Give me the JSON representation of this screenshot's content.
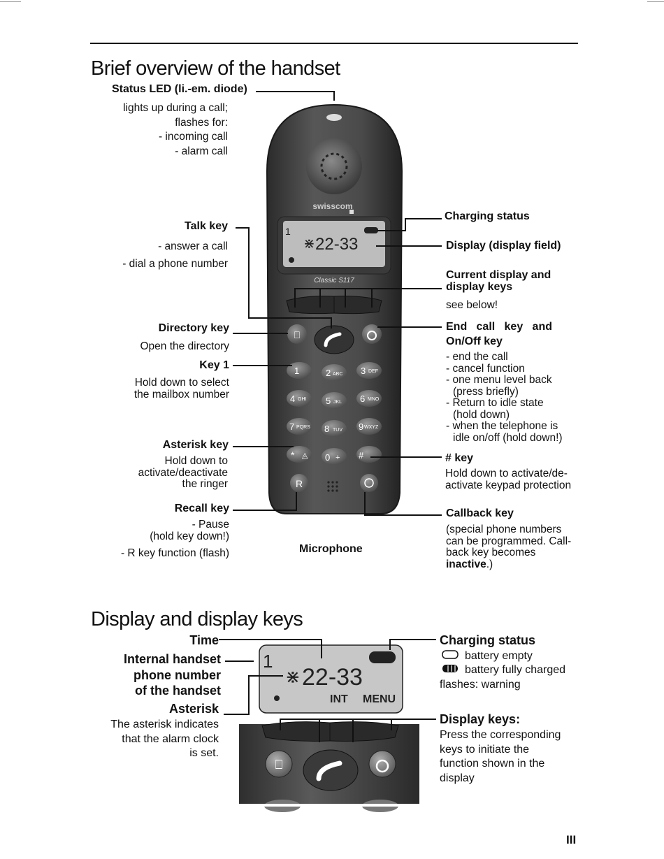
{
  "page": {
    "title": "Brief overview of the handset",
    "section2_title": "Display and display keys",
    "page_number": "III"
  },
  "handset": {
    "brand": "swisscom",
    "model": "Classic S117",
    "display_text": "22-33",
    "display_line": "1",
    "keys": {
      "k1": "1",
      "k2": "2",
      "k2l": "ABC",
      "k3": "3",
      "k3l": "DEF",
      "k4": "4",
      "k4l": "GHI",
      "k5": "5",
      "k5l": "JKL",
      "k6": "6",
      "k6l": "MNO",
      "k7": "7",
      "k7l": "PQRS",
      "k8": "8",
      "k8l": "TUV",
      "k9": "9",
      "k9l": "WXYZ",
      "k0": "0",
      "k0l": "+",
      "kstar": "*",
      "khash": "#",
      "kr": "R"
    }
  },
  "left": {
    "status_led": {
      "title": "Status LED (li.-em. diode)",
      "l1": "lights up during a call;",
      "l2": "flashes for:",
      "l3": "- incoming call",
      "l4": "- alarm call"
    },
    "talk_key": {
      "title": "Talk key",
      "l1": "- answer a call",
      "l2": "- dial a phone number"
    },
    "directory_key": {
      "title": "Directory key",
      "l1": "Open the directory"
    },
    "key1": {
      "title": "Key 1",
      "l1": "Hold down to select",
      "l2": "the mailbox number"
    },
    "asterisk_key": {
      "title": "Asterisk key",
      "l1": "Hold down to",
      "l2": "activate/deactivate",
      "l3": "the ringer"
    },
    "recall_key": {
      "title": "Recall key",
      "l1": "- Pause",
      "l2": "(hold key down!)",
      "l3": "- R key function (flash)"
    },
    "microphone": "Microphone"
  },
  "right": {
    "charging_status": "Charging status",
    "display_field": "Display (display field)",
    "current_display": {
      "t1": "Current display and",
      "t2": "display keys",
      "l1": "see below!"
    },
    "end_call": {
      "t1": "End",
      "t2": "call",
      "t3": "key",
      "t4": "and",
      "t5": "On/Off key",
      "l1": "- end the call",
      "l2": "- cancel function",
      "l3": "- one menu level back",
      "l4": "(press briefly)",
      "l5": "- Return to idle state",
      "l6": "(hold down)",
      "l7": "- when the telephone is",
      "l8": "idle on/off (hold down!)"
    },
    "hash_key": {
      "title": "# key",
      "l1": "Hold down to activate/de-",
      "l2": "activate keypad protection"
    },
    "callback_key": {
      "title": "Callback key",
      "l1": "(special phone numbers",
      "l2": "can be programmed. Call-",
      "l3": "back key becomes",
      "l4b": "inactive",
      "l4": "."
    }
  },
  "section2": {
    "time": "Time",
    "internal": {
      "l1": "Internal handset",
      "l2": "phone number",
      "l3": "of the handset"
    },
    "asterisk": {
      "title": "Asterisk",
      "l1": "The asterisk indicates",
      "l2": "that the alarm clock",
      "l3": "is set."
    },
    "charging": {
      "title": "Charging status",
      "l1": "battery empty",
      "l2": "battery fully charged",
      "l3": "flashes: warning"
    },
    "display_keys": {
      "title": "Display keys:",
      "l1": "Press the corresponding",
      "l2": "keys to initiate the",
      "l3": "function shown in the",
      "l4": "display"
    },
    "display": {
      "line": "1",
      "time": "22-33",
      "int": "INT",
      "menu": "MENU"
    }
  }
}
